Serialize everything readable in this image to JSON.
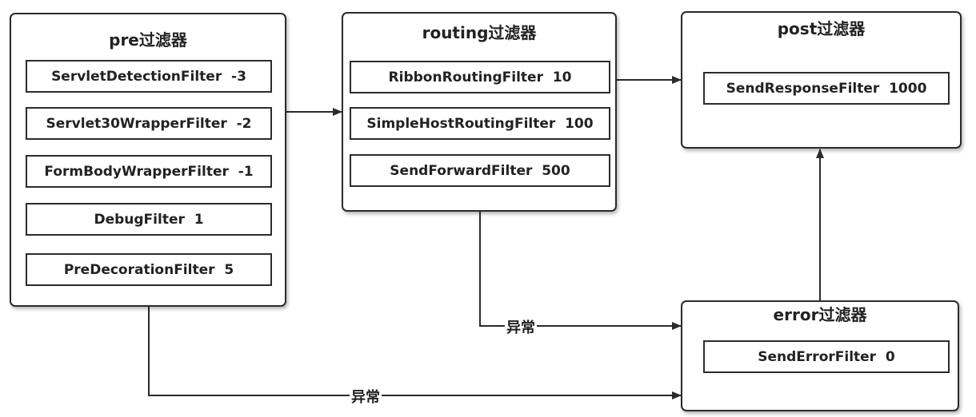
{
  "groups": {
    "pre": {
      "title": "pre过滤器",
      "filters": [
        "ServletDetectionFilter  -3",
        "Servlet30WrapperFilter  -2",
        "FormBodyWrapperFilter  -1",
        "DebugFilter  1",
        "PreDecorationFilter  5"
      ]
    },
    "routing": {
      "title": "routing过滤器",
      "filters": [
        "RibbonRoutingFilter  10",
        "SimpleHostRoutingFilter  100",
        "SendForwardFilter  500"
      ]
    },
    "post": {
      "title": "post过滤器",
      "filters": [
        "SendResponseFilter  1000"
      ]
    },
    "error": {
      "title": "error过滤器",
      "filters": [
        "SendErrorFilter  0"
      ]
    }
  },
  "edges": {
    "routing_to_error_label": "异常",
    "pre_to_error_label": "异常"
  },
  "colors": {
    "line": "#2b2b2b",
    "text": "#222222",
    "background": "#ffffff"
  }
}
